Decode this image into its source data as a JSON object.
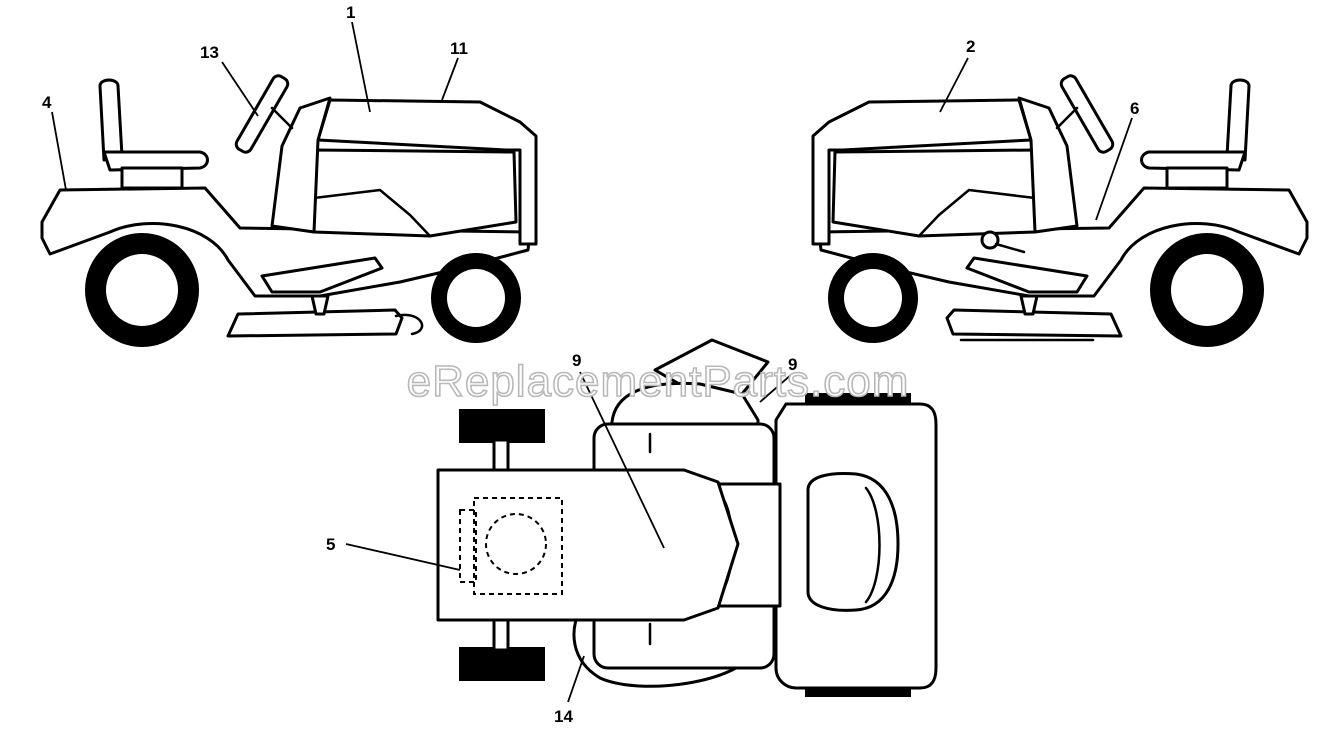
{
  "callouts": {
    "c1": "1",
    "c2": "2",
    "c4": "4",
    "c5": "5",
    "c6": "6",
    "c9a": "9",
    "c9b": "9",
    "c11": "11",
    "c13": "13",
    "c14": "14"
  },
  "watermark": "eReplacementParts.com",
  "colors": {
    "line": "#000000",
    "background": "#ffffff",
    "watermark_stroke": "#b8b8b8"
  }
}
